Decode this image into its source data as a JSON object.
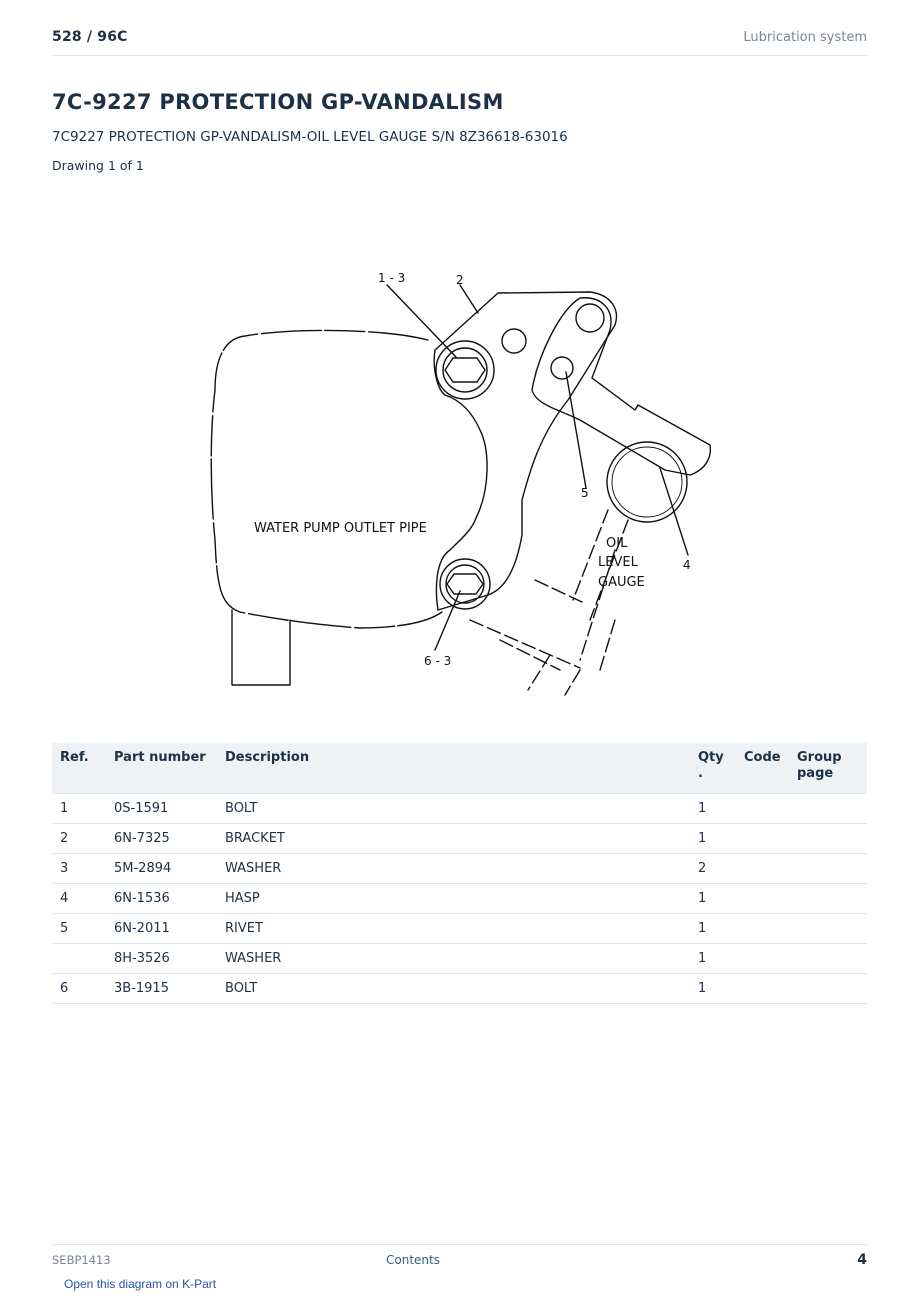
{
  "header": {
    "model": "528  /  96C",
    "section": "Lubrication system"
  },
  "title": "7C-9227 PROTECTION GP-VANDALISM",
  "subtitle": "7C9227 PROTECTION GP-VANDALISM-OIL LEVEL GAUGE S/N 8Z36618-63016",
  "drawing_count": "Drawing 1 of 1",
  "diagram": {
    "callouts": [
      "1 - 3",
      "2",
      "5",
      "4",
      "6 - 3"
    ],
    "labels": {
      "pump": "WATER PUMP OUTLET PIPE",
      "gauge_line1": "OIL",
      "gauge_line2": "LEVEL",
      "gauge_line3": "GAUGE"
    }
  },
  "table": {
    "headers": [
      "Ref.",
      "Part number",
      "Description",
      "Qty\n.",
      "Code",
      "Group page"
    ],
    "rows": [
      {
        "ref": "1",
        "part": "0S-1591",
        "desc": "BOLT",
        "qty": "1",
        "code": "",
        "group": ""
      },
      {
        "ref": "2",
        "part": "6N-7325",
        "desc": "BRACKET",
        "qty": "1",
        "code": "",
        "group": ""
      },
      {
        "ref": "3",
        "part": "5M-2894",
        "desc": "WASHER",
        "qty": "2",
        "code": "",
        "group": ""
      },
      {
        "ref": "4",
        "part": "6N-1536",
        "desc": "HASP",
        "qty": "1",
        "code": "",
        "group": ""
      },
      {
        "ref": "5",
        "part": "6N-2011",
        "desc": "RIVET",
        "qty": "1",
        "code": "",
        "group": ""
      },
      {
        "ref": "",
        "part": "8H-3526",
        "desc": "WASHER",
        "qty": "1",
        "code": "",
        "group": ""
      },
      {
        "ref": "6",
        "part": "3B-1915",
        "desc": "BOLT",
        "qty": "1",
        "code": "",
        "group": ""
      }
    ]
  },
  "footer": {
    "doc_id": "SEBP1413",
    "contents_link": "Contents",
    "page_number": "4",
    "kpart_link": "Open this diagram on K-Part"
  }
}
